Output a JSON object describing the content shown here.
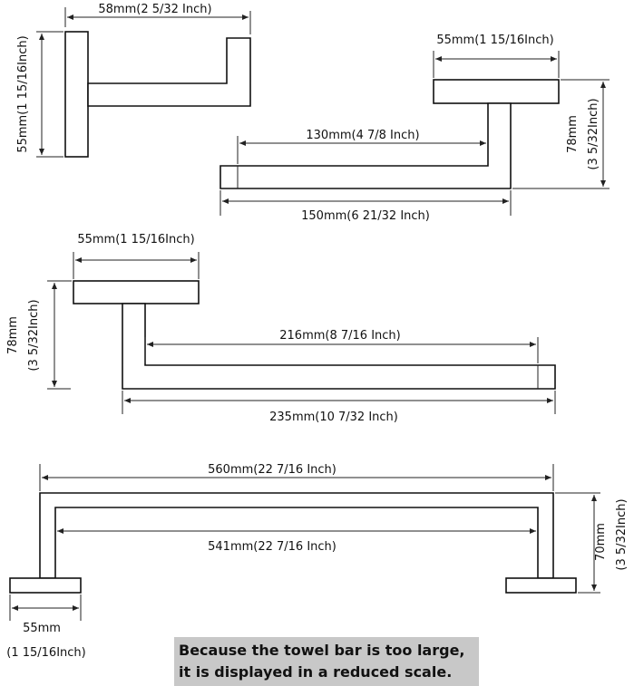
{
  "diagram": {
    "hook": {
      "width_label": "58mm(2 5/32 Inch)",
      "height_label": "55mm(1 15/16Inch)"
    },
    "paper_holder": {
      "base_label": "55mm(1 15/16Inch)",
      "inner_label": "130mm(4 7/8 Inch)",
      "outer_label": "150mm(6 21/32 Inch)",
      "depth_mm_label": "78mm",
      "depth_inch_label": "(3 5/32Inch)"
    },
    "towel_ring_bar": {
      "base_label": "55mm(1 15/16Inch)",
      "depth_mm_label": "78mm",
      "depth_inch_label": "(3 5/32Inch)",
      "inner_label": "216mm(8 7/16 Inch)",
      "outer_label": "235mm(10 7/32 Inch)"
    },
    "towel_bar": {
      "outer_label": "560mm(22 7/16 Inch)",
      "inner_label": "541mm(22 7/16 Inch)",
      "depth_mm_label": "70mm",
      "depth_inch_label": "(3 5/32Inch)",
      "base_mm_label": "55mm",
      "base_inch_label": "(1 15/16Inch)"
    },
    "note": {
      "line1": "Because the towel bar is too large,",
      "line2": "it is displayed in a reduced scale."
    }
  }
}
